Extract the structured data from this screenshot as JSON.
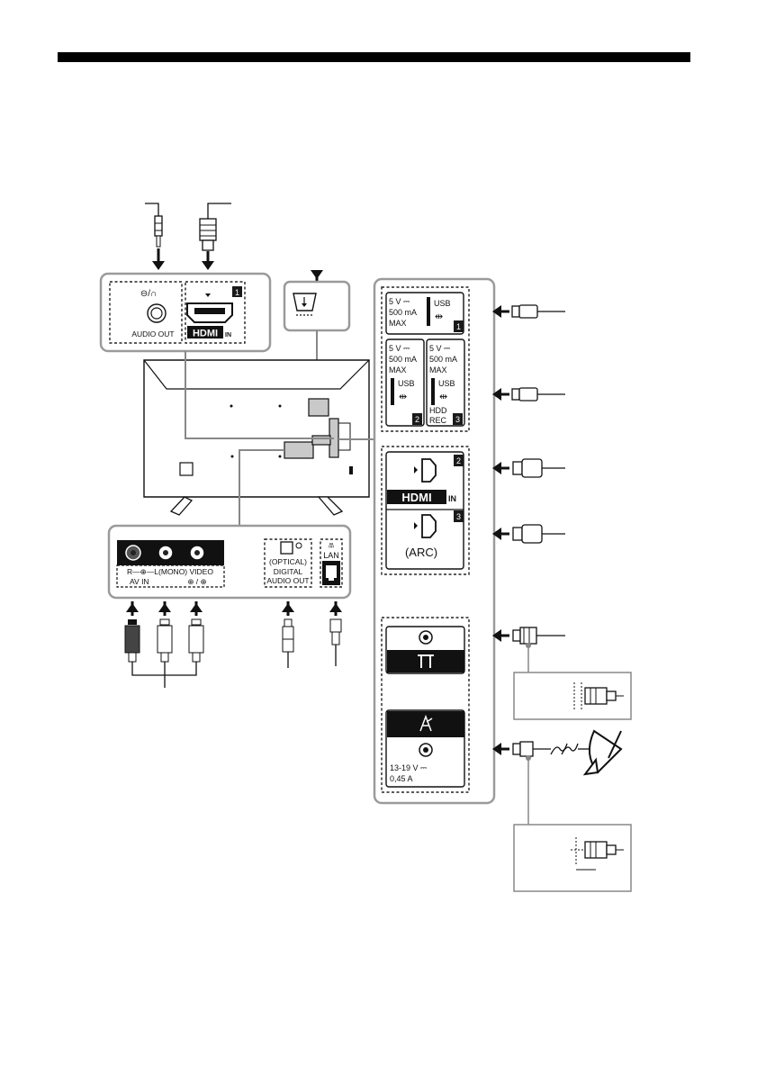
{
  "labels": {
    "audio_out_symbol": "⊖/∩",
    "audio_out": "AUDIO OUT",
    "hdmi_logo": "HDMI",
    "hdmi_in_suffix": "IN",
    "hdmi1_badge": "1",
    "usb1": {
      "rating1": "5 V ⎓",
      "rating2": "500 mA",
      "rating3": "MAX",
      "usb": "USB",
      "badge": "1"
    },
    "usb2": {
      "rating1": "5 V ⎓",
      "rating2": "500 mA",
      "rating3": "MAX",
      "usb": "USB",
      "badge": "2"
    },
    "usb3": {
      "rating1": "5 V ⎓",
      "rating2": "500 mA",
      "rating3": "MAX",
      "usb": "USB",
      "hdd": "HDD",
      "rec": "REC",
      "badge": "3"
    },
    "hdmi2_badge": "2",
    "hdmi3_badge": "3",
    "arc": "(ARC)",
    "av_row": "R—⊕—L(MONO)  VIDEO",
    "av_in": "AV IN",
    "av_in_symbols": "⊕ / ⊕",
    "optical": "(OPTICAL)",
    "digital": "DIGITAL",
    "digital_audio_out": "AUDIO OUT",
    "lan": "LAN",
    "sat_power1": "13-19 V ⎓",
    "sat_power2": "0,45 A"
  },
  "colors": {
    "panel_border": "#9a9a9a",
    "dark": "#1a1a1a",
    "highlight": "#c9c9c9"
  }
}
